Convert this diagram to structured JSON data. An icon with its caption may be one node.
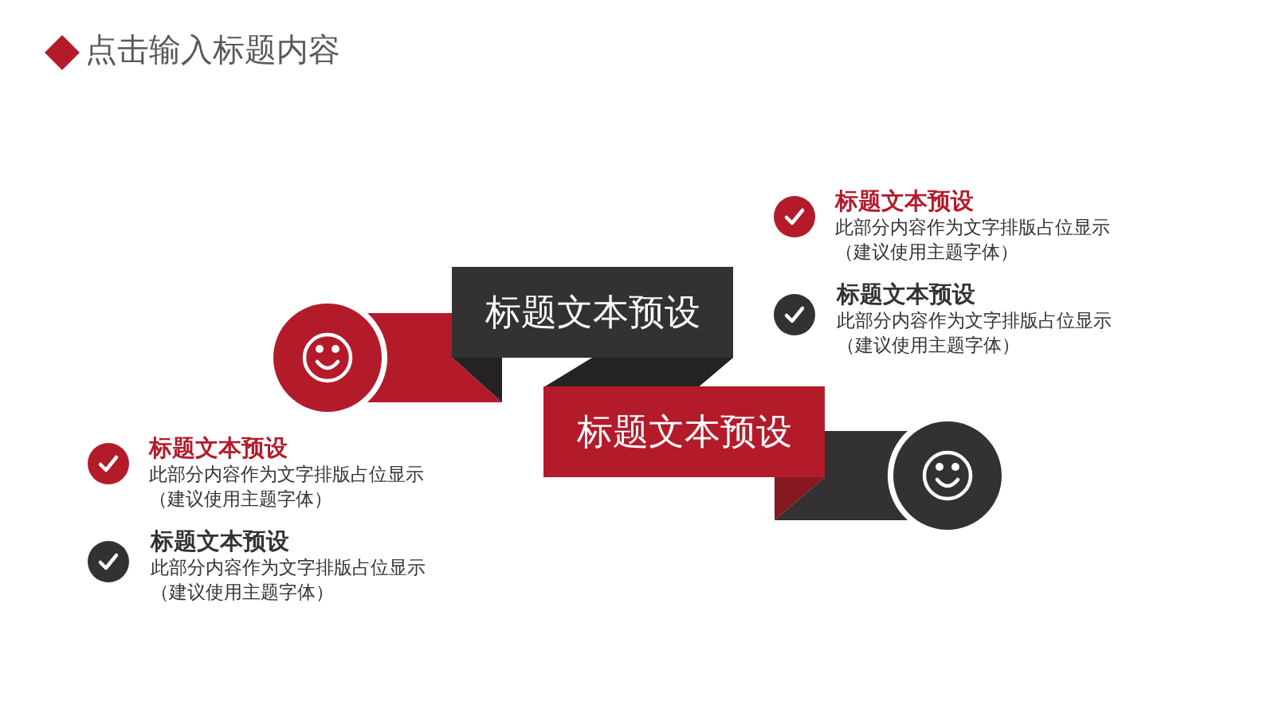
{
  "diagram": {
    "title": "点击输入标题内容",
    "nodes": [
      {
        "text": [
          "标题文本预设"
        ]
      },
      {
        "text": [],
        "shape": "bar"
      },
      {
        "text": [
          "标题文本预设"
        ]
      }
    ],
    "labels": [
      "标题文本预设",
      "此部分内容作为文字排版占位显示（建议使用主题字体）",
      "标题文本预设",
      "此部分内容作为文字排版占位显示（建议使用主题字体）",
      "标题文本预设",
      "此部分内容作为文字排版占位显示（建议使用主题字体）",
      "标题文本预设",
      "此部分内容作为文字排版占位显示（建议使用主题字体）"
    ]
  }
}
